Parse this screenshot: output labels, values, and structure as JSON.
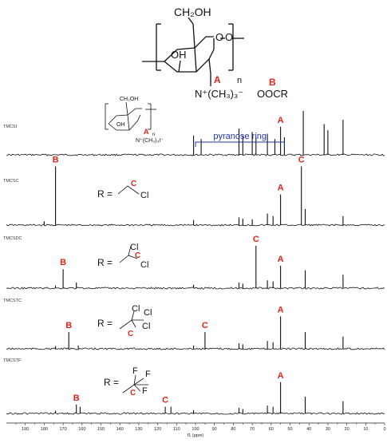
{
  "chart_data": {
    "type": "line",
    "xlabel": "f1 (ppm)",
    "xlim": [
      200,
      0
    ],
    "x_ticks": [
      190,
      180,
      170,
      160,
      150,
      140,
      130,
      120,
      110,
      100,
      90,
      80,
      70,
      60,
      50,
      40,
      30,
      20,
      10,
      0
    ],
    "series": [
      {
        "name": "TMCSI",
        "peaks": [
          {
            "ppm": 101,
            "h": 0.22
          },
          {
            "ppm": 97,
            "h": 0.18
          },
          {
            "ppm": 77,
            "h": 0.3
          },
          {
            "ppm": 75,
            "h": 0.22
          },
          {
            "ppm": 70,
            "h": 0.26
          },
          {
            "ppm": 68,
            "h": 0.2
          },
          {
            "ppm": 62,
            "h": 0.24
          },
          {
            "ppm": 58,
            "h": 0.18
          },
          {
            "ppm": 55,
            "h": 0.32,
            "label": "A"
          },
          {
            "ppm": 53,
            "h": 0.2
          },
          {
            "ppm": 43,
            "h": 0.5
          },
          {
            "ppm": 32,
            "h": 0.35
          },
          {
            "ppm": 30,
            "h": 0.28
          },
          {
            "ppm": 22,
            "h": 0.4
          }
        ]
      },
      {
        "name": "TMCSC",
        "peaks": [
          {
            "ppm": 180,
            "h": 0.06
          },
          {
            "ppm": 174,
            "h": 0.92,
            "label": "B"
          },
          {
            "ppm": 101,
            "h": 0.08
          },
          {
            "ppm": 77,
            "h": 0.12
          },
          {
            "ppm": 75,
            "h": 0.1
          },
          {
            "ppm": 70,
            "h": 0.09
          },
          {
            "ppm": 62,
            "h": 0.18
          },
          {
            "ppm": 59,
            "h": 0.14
          },
          {
            "ppm": 55,
            "h": 0.48,
            "label": "A"
          },
          {
            "ppm": 44,
            "h": 0.92,
            "label": "C"
          },
          {
            "ppm": 42,
            "h": 0.25
          },
          {
            "ppm": 22,
            "h": 0.14
          }
        ]
      },
      {
        "name": "TMCSDC",
        "peaks": [
          {
            "ppm": 174,
            "h": 0.05
          },
          {
            "ppm": 170,
            "h": 0.34,
            "label": "B"
          },
          {
            "ppm": 163,
            "h": 0.1
          },
          {
            "ppm": 101,
            "h": 0.06
          },
          {
            "ppm": 77,
            "h": 0.1
          },
          {
            "ppm": 75,
            "h": 0.08
          },
          {
            "ppm": 68,
            "h": 0.76,
            "label": "C"
          },
          {
            "ppm": 62,
            "h": 0.14
          },
          {
            "ppm": 59,
            "h": 0.12
          },
          {
            "ppm": 55,
            "h": 0.4,
            "label": "A"
          },
          {
            "ppm": 42,
            "h": 0.32
          },
          {
            "ppm": 22,
            "h": 0.24
          }
        ]
      },
      {
        "name": "TMCSTC",
        "peaks": [
          {
            "ppm": 174,
            "h": 0.05
          },
          {
            "ppm": 167,
            "h": 0.3,
            "label": "B"
          },
          {
            "ppm": 162,
            "h": 0.06
          },
          {
            "ppm": 101,
            "h": 0.06
          },
          {
            "ppm": 95,
            "h": 0.3,
            "label": "C"
          },
          {
            "ppm": 77,
            "h": 0.1
          },
          {
            "ppm": 75,
            "h": 0.08
          },
          {
            "ppm": 62,
            "h": 0.14
          },
          {
            "ppm": 59,
            "h": 0.12
          },
          {
            "ppm": 55,
            "h": 0.58,
            "label": "A"
          },
          {
            "ppm": 42,
            "h": 0.3
          },
          {
            "ppm": 22,
            "h": 0.22
          }
        ]
      },
      {
        "name": "TMCSTF",
        "peaks": [
          {
            "ppm": 174,
            "h": 0.05
          },
          {
            "ppm": 163,
            "h": 0.16,
            "label": "B"
          },
          {
            "ppm": 161,
            "h": 0.12
          },
          {
            "ppm": 116,
            "h": 0.12,
            "label": "C"
          },
          {
            "ppm": 113,
            "h": 0.12
          },
          {
            "ppm": 101,
            "h": 0.06
          },
          {
            "ppm": 77,
            "h": 0.1
          },
          {
            "ppm": 75,
            "h": 0.08
          },
          {
            "ppm": 62,
            "h": 0.14
          },
          {
            "ppm": 59,
            "h": 0.12
          },
          {
            "ppm": 55,
            "h": 0.56,
            "label": "A"
          },
          {
            "ppm": 42,
            "h": 0.3
          },
          {
            "ppm": 22,
            "h": 0.22
          }
        ]
      }
    ],
    "annotations": {
      "pyranose_ring": "pyranose ring",
      "pyranose_range_ppm": [
        100,
        53
      ]
    }
  },
  "colors": {
    "spectrum": "#111111",
    "marker": "#e3241b",
    "bracket": "#2233aa"
  },
  "structure": {
    "ch2oh": "CH₂OH",
    "oh": "OH",
    "n_sub": "n",
    "ammonium": "N⁺(CH₃)₃⁻",
    "counterion": "OOCR",
    "label_A": "A",
    "label_B": "B",
    "small_ch2oh": "CH₂OH",
    "small_oh": "OH",
    "small_n": "n",
    "small_ammonium": "N⁺(CH₃)₃I⁻",
    "small_A": "A"
  },
  "r_groups": {
    "r_eq": "R =",
    "cl": "Cl",
    "f": "F",
    "c": "C"
  }
}
